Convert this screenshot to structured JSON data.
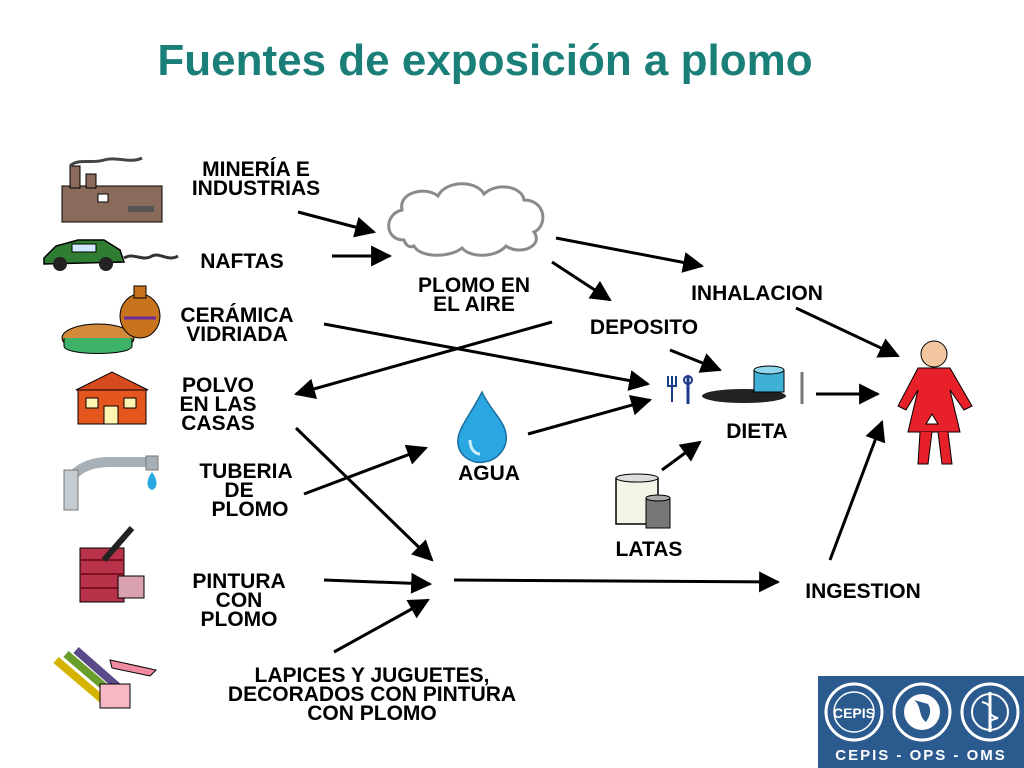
{
  "title": "Fuentes de exposición a plomo",
  "sources": {
    "mineria": [
      "MINERÍA E",
      "INDUSTRIAS"
    ],
    "naftas": [
      "NAFTAS"
    ],
    "ceramica": [
      "CERÁMICA",
      "VIDRIADA"
    ],
    "polvo": [
      "POLVO",
      "EN LAS",
      "CASAS"
    ],
    "tuberia": [
      "TUBERIA",
      "DE",
      "PLOMO"
    ],
    "pintura": [
      "PINTURA",
      "CON",
      "PLOMO"
    ],
    "lapices": [
      "LAPICES Y JUGUETES,",
      "DECORADOS CON PINTURA",
      "CON PLOMO"
    ]
  },
  "pathways": {
    "plomo_aire": [
      "PLOMO EN",
      "EL AIRE"
    ],
    "inhalacion": "INHALACION",
    "deposito": "DEPOSITO",
    "dieta": "DIETA",
    "agua": "AGUA",
    "latas": "LATAS",
    "ingestion": "INGESTION"
  },
  "logo": {
    "text": "CEPIS - OPS - OMS",
    "marks": [
      "CEPIS",
      "OPS",
      "OMS"
    ]
  },
  "colors": {
    "title": "#1a7f78",
    "logo_bg": "#2b5a8e",
    "person": "#e8202a",
    "water": "#2aa6e0"
  }
}
